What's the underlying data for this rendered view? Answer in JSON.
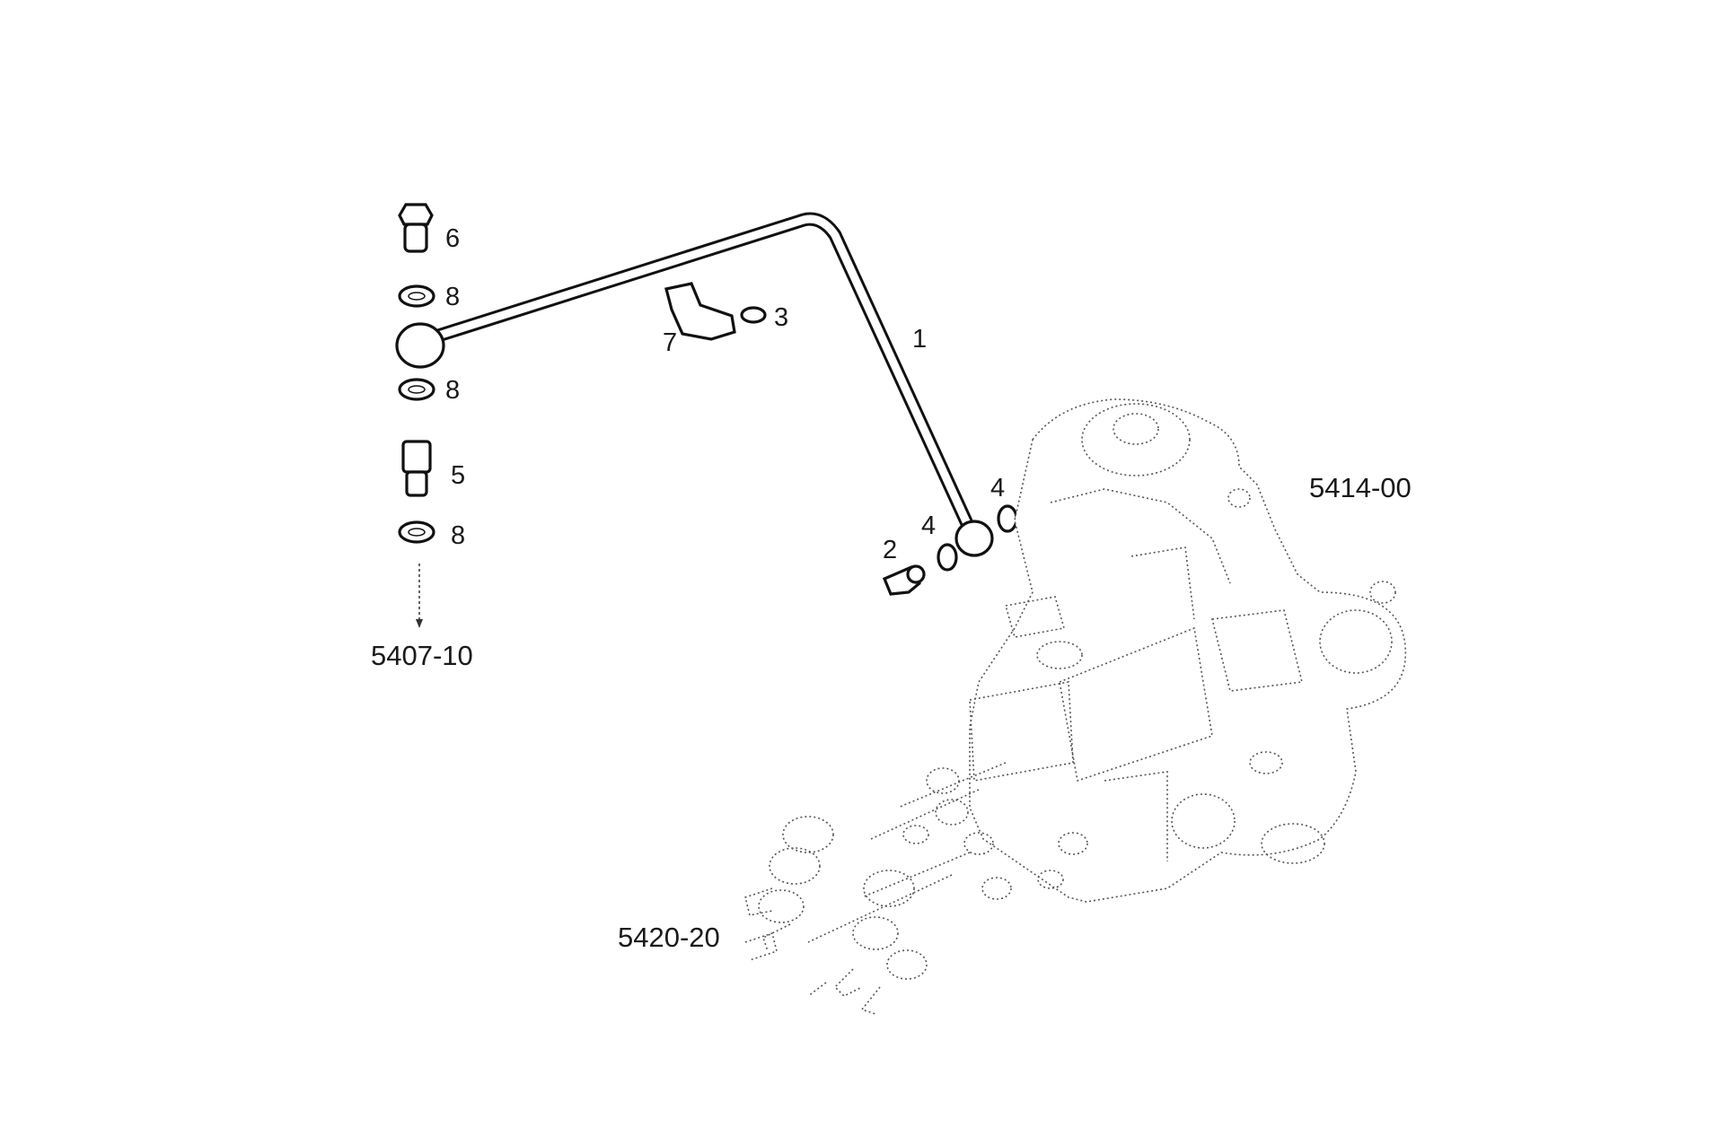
{
  "callouts": {
    "c1": "1",
    "c2": "2",
    "c3": "3",
    "c4a": "4",
    "c4b": "4",
    "c5": "5",
    "c6": "6",
    "c7": "7",
    "c8a": "8",
    "c8b": "8",
    "c8c": "8"
  },
  "references": {
    "injector_group": "5407-10",
    "pump_group": "5414-00",
    "lines_group": "5420-20"
  }
}
